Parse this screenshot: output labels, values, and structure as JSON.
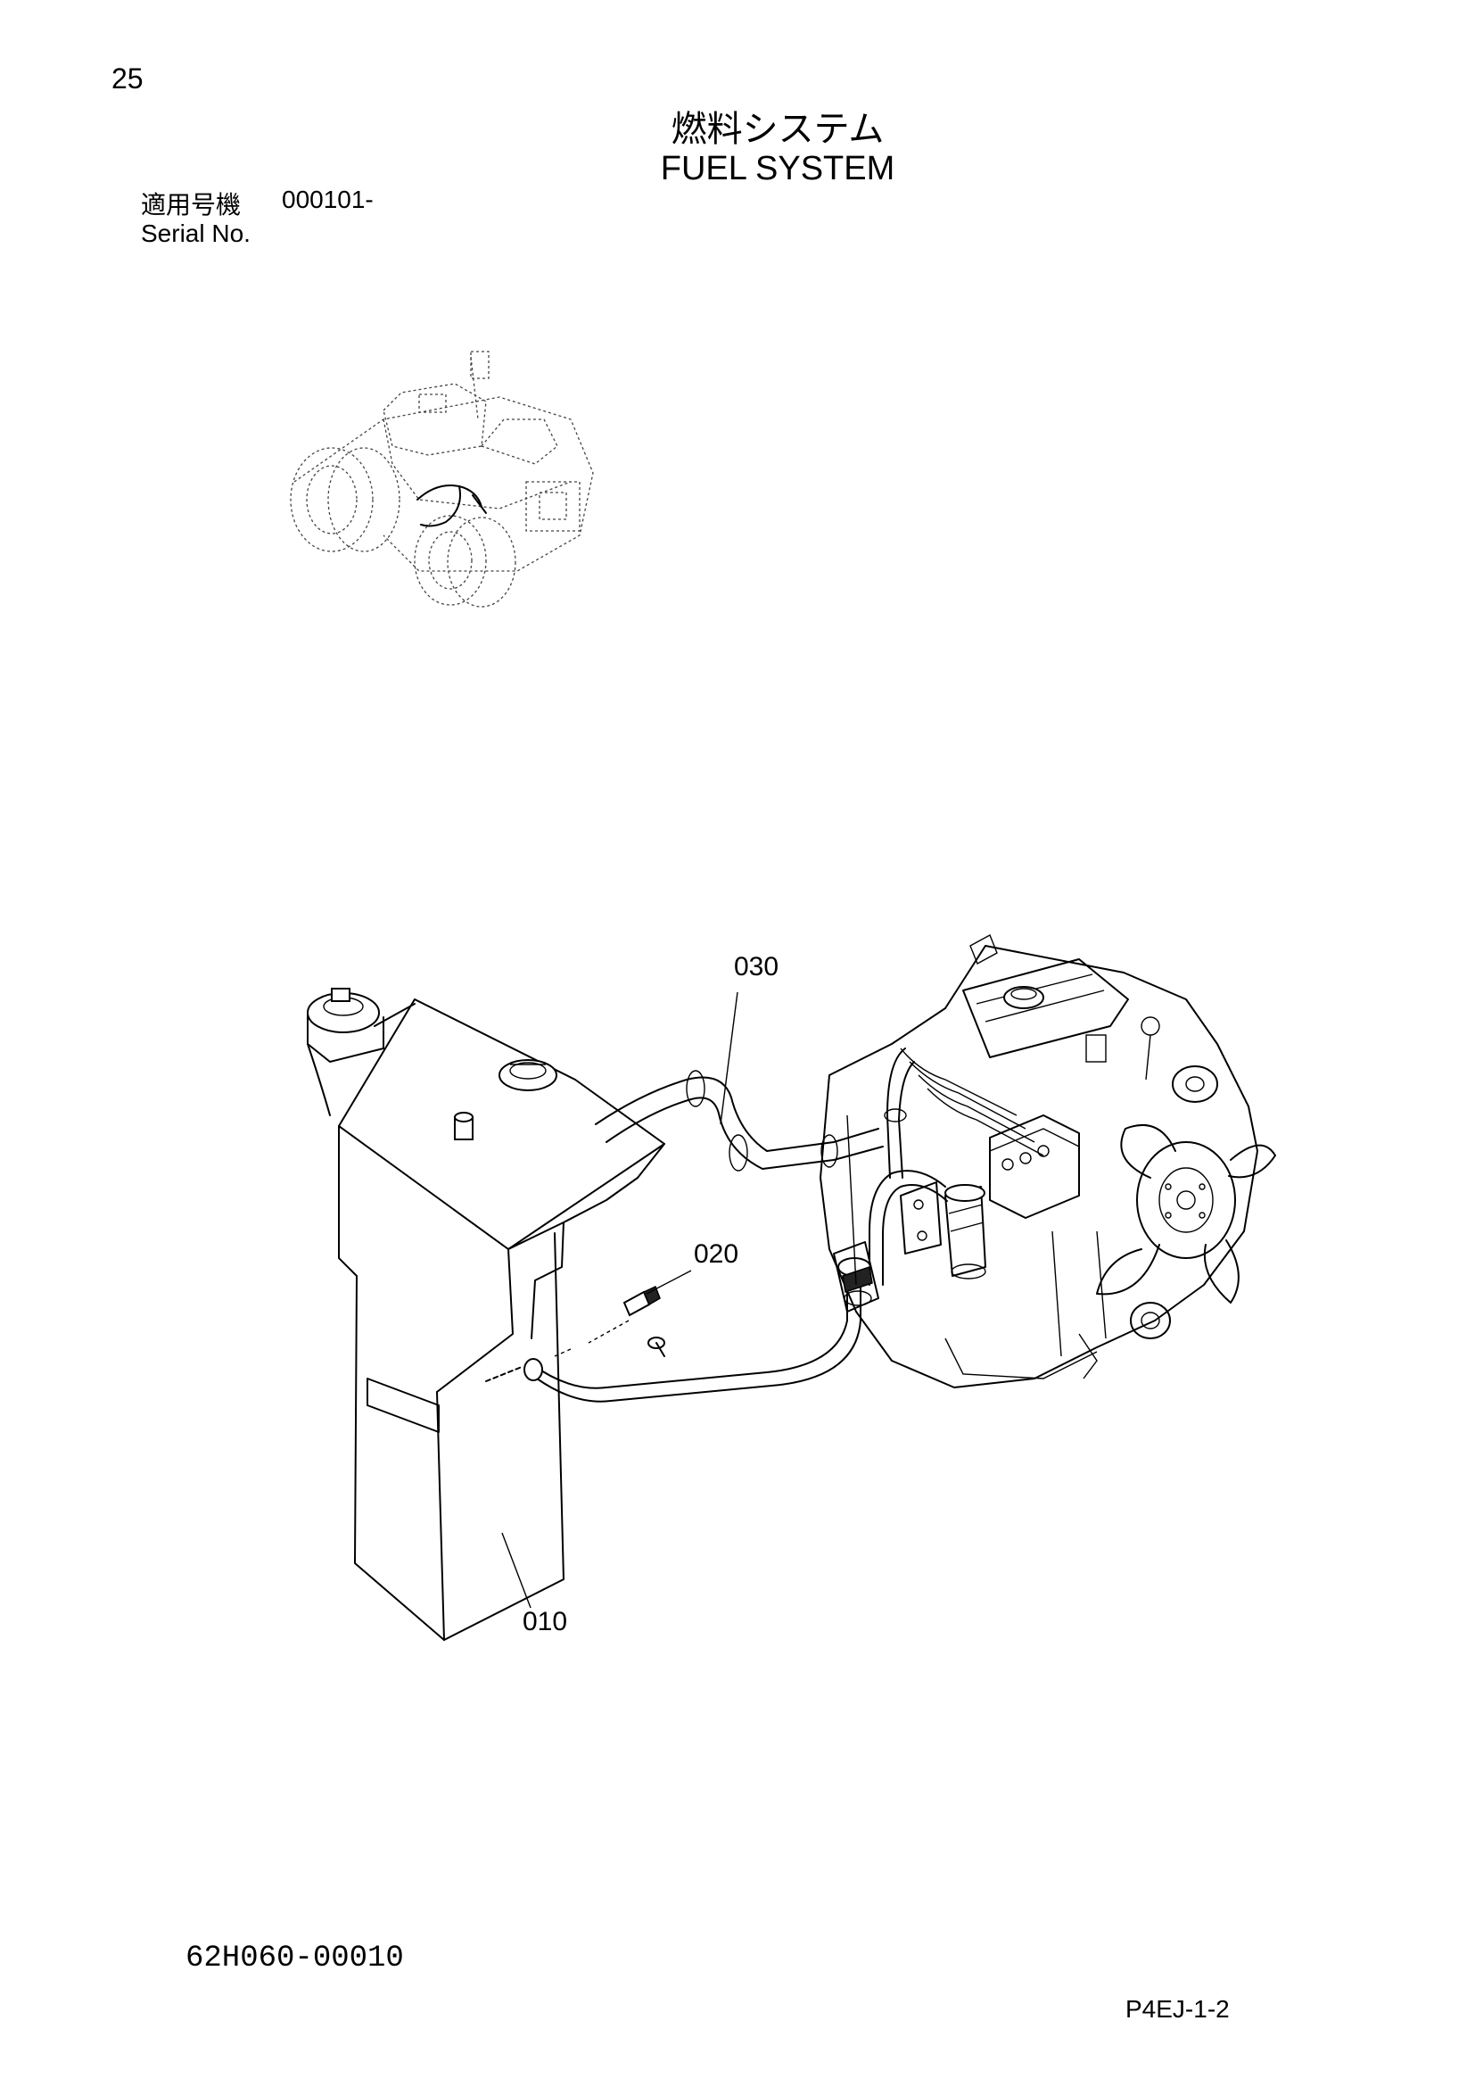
{
  "header": {
    "page_number": "25",
    "title_jp": "燃料システム",
    "title_en": "FUEL SYSTEM",
    "serial_label_jp": "適用号機",
    "serial_value": "000101-",
    "serial_label_en": "Serial No."
  },
  "callouts": [
    {
      "id": "030",
      "label": "030"
    },
    {
      "id": "020",
      "label": "020"
    },
    {
      "id": "010",
      "label": "010"
    }
  ],
  "footer": {
    "diagram_code": "62H060-00010",
    "page_code": "P4EJ-1-2"
  }
}
